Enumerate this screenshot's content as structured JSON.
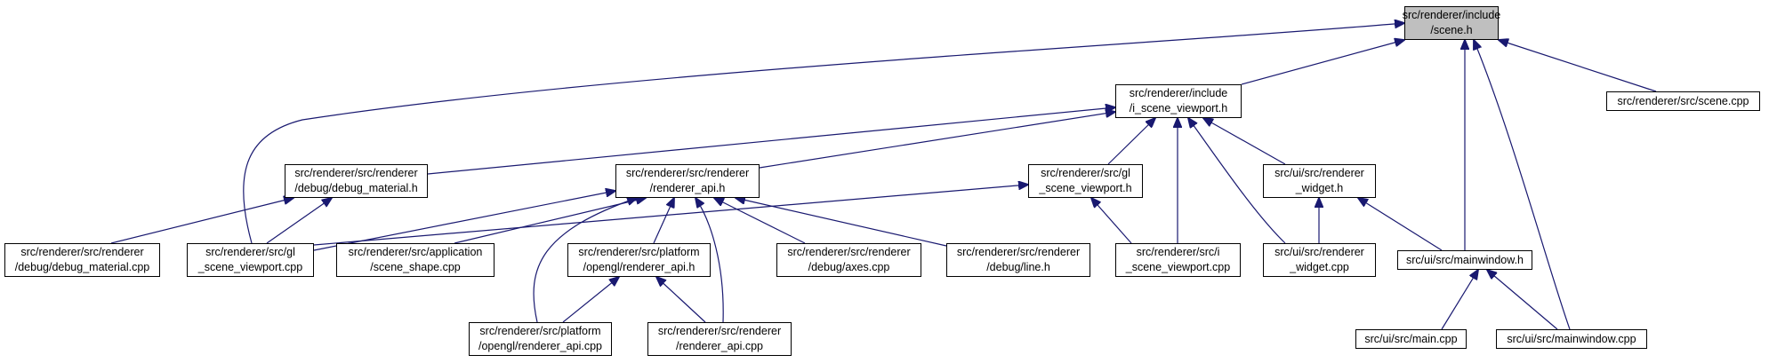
{
  "colors": {
    "edge": "#191970",
    "root_fill": "#bfbfbf",
    "node_fill": "#ffffff",
    "border": "#000000"
  },
  "nodes": {
    "scene_h": [
      "src/renderer/include",
      "/scene.h"
    ],
    "i_scene_viewport_h": [
      "src/renderer/include",
      "/i_scene_viewport.h"
    ],
    "scene_cpp": [
      "src/renderer/src/scene.cpp"
    ],
    "debug_material_h": [
      "src/renderer/src/renderer",
      "/debug/debug_material.h"
    ],
    "renderer_api_h": [
      "src/renderer/src/renderer",
      "/renderer_api.h"
    ],
    "gl_scene_viewport_h": [
      "src/renderer/src/gl",
      "_scene_viewport.h"
    ],
    "renderer_widget_h": [
      "src/ui/src/renderer",
      "_widget.h"
    ],
    "debug_material_cpp": [
      "src/renderer/src/renderer",
      "/debug/debug_material.cpp"
    ],
    "gl_scene_viewport_cpp": [
      "src/renderer/src/gl",
      "_scene_viewport.cpp"
    ],
    "scene_shape_cpp": [
      "src/renderer/src/application",
      "/scene_shape.cpp"
    ],
    "platform_renderer_api_h": [
      "src/renderer/src/platform",
      "/opengl/renderer_api.h"
    ],
    "axes_cpp": [
      "src/renderer/src/renderer",
      "/debug/axes.cpp"
    ],
    "line_h": [
      "src/renderer/src/renderer",
      "/debug/line.h"
    ],
    "i_scene_viewport_cpp": [
      "src/renderer/src/i",
      "_scene_viewport.cpp"
    ],
    "renderer_widget_cpp": [
      "src/ui/src/renderer",
      "_widget.cpp"
    ],
    "mainwindow_h": [
      "src/ui/src/mainwindow.h"
    ],
    "platform_renderer_api_cpp": [
      "src/renderer/src/platform",
      "/opengl/renderer_api.cpp"
    ],
    "renderer_api_cpp": [
      "src/renderer/src/renderer",
      "/renderer_api.cpp"
    ],
    "main_cpp": [
      "src/ui/src/main.cpp"
    ],
    "mainwindow_cpp": [
      "src/ui/src/mainwindow.cpp"
    ]
  },
  "edges": [
    [
      "i_scene_viewport_h",
      "scene_h"
    ],
    [
      "scene_cpp",
      "scene_h"
    ],
    [
      "gl_scene_viewport_cpp",
      "scene_h"
    ],
    [
      "mainwindow_h",
      "scene_h"
    ],
    [
      "mainwindow_cpp",
      "scene_h"
    ],
    [
      "debug_material_h",
      "i_scene_viewport_h"
    ],
    [
      "renderer_api_h",
      "i_scene_viewport_h"
    ],
    [
      "gl_scene_viewport_h",
      "i_scene_viewport_h"
    ],
    [
      "renderer_widget_h",
      "i_scene_viewport_h"
    ],
    [
      "i_scene_viewport_cpp",
      "i_scene_viewport_h"
    ],
    [
      "renderer_widget_cpp",
      "i_scene_viewport_h"
    ],
    [
      "debug_material_cpp",
      "debug_material_h"
    ],
    [
      "gl_scene_viewport_cpp",
      "debug_material_h"
    ],
    [
      "gl_scene_viewport_cpp",
      "renderer_api_h"
    ],
    [
      "scene_shape_cpp",
      "renderer_api_h"
    ],
    [
      "platform_renderer_api_h",
      "renderer_api_h"
    ],
    [
      "axes_cpp",
      "renderer_api_h"
    ],
    [
      "line_h",
      "renderer_api_h"
    ],
    [
      "platform_renderer_api_cpp",
      "renderer_api_h"
    ],
    [
      "renderer_api_cpp",
      "renderer_api_h"
    ],
    [
      "gl_scene_viewport_cpp",
      "gl_scene_viewport_h"
    ],
    [
      "i_scene_viewport_cpp",
      "gl_scene_viewport_h"
    ],
    [
      "renderer_widget_cpp",
      "renderer_widget_h"
    ],
    [
      "mainwindow_h",
      "renderer_widget_h"
    ],
    [
      "platform_renderer_api_cpp",
      "platform_renderer_api_h"
    ],
    [
      "renderer_api_cpp",
      "platform_renderer_api_h"
    ],
    [
      "main_cpp",
      "mainwindow_h"
    ],
    [
      "mainwindow_cpp",
      "mainwindow_h"
    ]
  ]
}
